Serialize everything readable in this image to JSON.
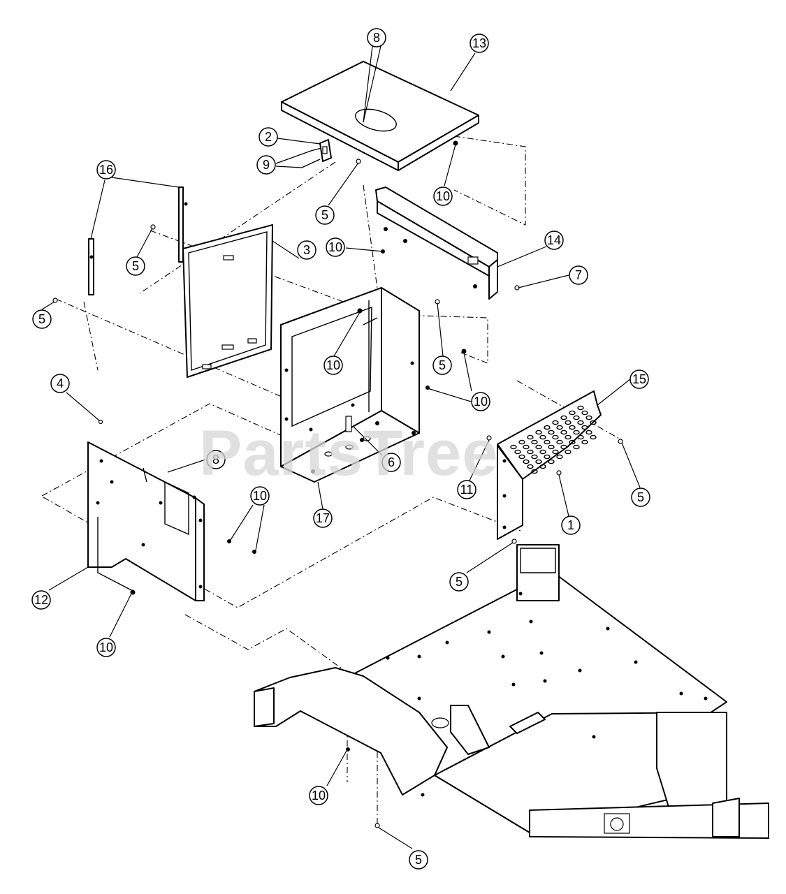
{
  "watermark": "PartsTree",
  "callouts": [
    {
      "id": "c8-top",
      "label": "8"
    },
    {
      "id": "c13",
      "label": "13"
    },
    {
      "id": "c2",
      "label": "2"
    },
    {
      "id": "c9",
      "label": "9"
    },
    {
      "id": "c16",
      "label": "16"
    },
    {
      "id": "c10-a",
      "label": "10"
    },
    {
      "id": "c5-a",
      "label": "5"
    },
    {
      "id": "c14",
      "label": "14"
    },
    {
      "id": "c10-b",
      "label": "10"
    },
    {
      "id": "c5-b",
      "label": "5"
    },
    {
      "id": "c3",
      "label": "3"
    },
    {
      "id": "c7",
      "label": "7"
    },
    {
      "id": "c5-c",
      "label": "5"
    },
    {
      "id": "c10-c",
      "label": "10"
    },
    {
      "id": "c5-d",
      "label": "5"
    },
    {
      "id": "c10-d",
      "label": "10"
    },
    {
      "id": "c15",
      "label": "15"
    },
    {
      "id": "c4",
      "label": "4"
    },
    {
      "id": "c6",
      "label": "6"
    },
    {
      "id": "c8-mid",
      "label": "8"
    },
    {
      "id": "c11",
      "label": "11"
    },
    {
      "id": "c5-e",
      "label": "5"
    },
    {
      "id": "c10-e",
      "label": "10"
    },
    {
      "id": "c17",
      "label": "17"
    },
    {
      "id": "c1",
      "label": "1"
    },
    {
      "id": "c5-f",
      "label": "5"
    },
    {
      "id": "c12",
      "label": "12"
    },
    {
      "id": "c10-f",
      "label": "10"
    },
    {
      "id": "c10-g",
      "label": "10"
    },
    {
      "id": "c5-g",
      "label": "5"
    }
  ]
}
